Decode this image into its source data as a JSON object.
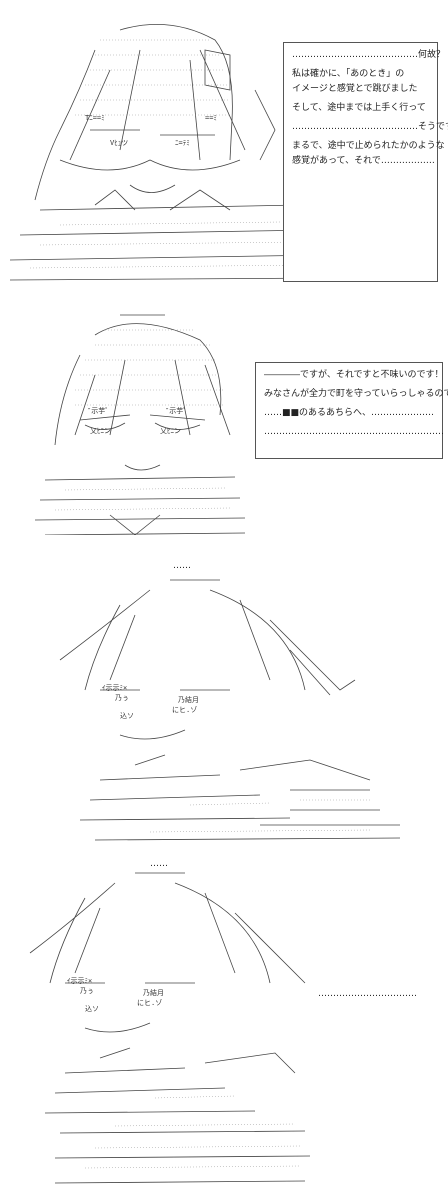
{
  "panels": [
    {
      "bubble_lines": [
        "……………………………………何故？",
        "私は確かに、「あのとき」の",
        "イメージと感覚とで跳びました",
        "そして、途中までは上手く行って",
        "……………………………………そうです",
        "まるで、途中で止められたかのような",
        "感覚があって、それで………………"
      ]
    },
    {
      "bubble_lines": [
        "――――ですが、それですと不味いのです！",
        "みなさんが全力で町を守っていらっしゃるので",
        "……■■のあるあちらへ、…………………",
        "……………………………………………………"
      ]
    },
    {
      "top_dots": "……",
      "art_text": [
        "ｲ示示ﾐ×",
        "乃結月",
        "にヒ.ゾ",
        "乃ぅ",
        "込ソ"
      ]
    },
    {
      "top_dots": "……",
      "art_text": [
        "ｲ示示ﾐ×",
        "乃結月",
        "にヒ.ゾ",
        "乃ぅ",
        "込ソ"
      ],
      "side_dots": "……………………………"
    }
  ]
}
